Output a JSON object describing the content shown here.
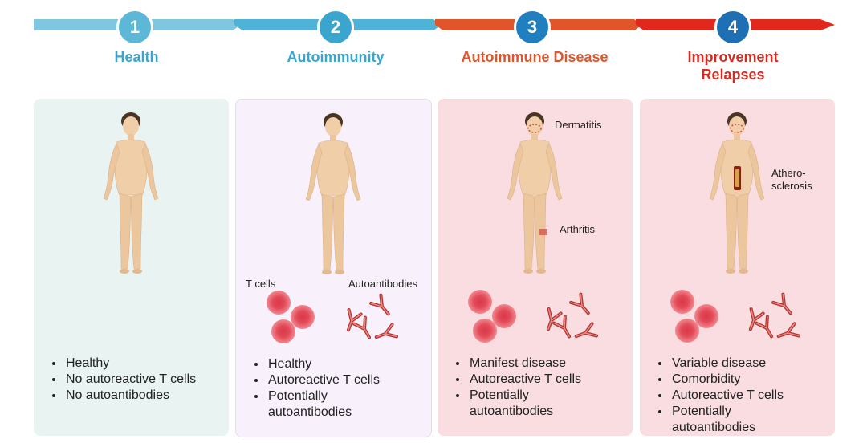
{
  "colors": {
    "stage1": "#5cb8d6",
    "stage2": "#3aa6cf",
    "stage3": "#e0552a",
    "stage4": "#d72b20"
  },
  "stages": [
    {
      "number": "1",
      "title_lines": [
        "Health",
        ""
      ],
      "bullets": [
        "Healthy",
        "No autoreactive T cells",
        "No autoantibodies"
      ]
    },
    {
      "number": "2",
      "title_lines": [
        "Autoimmunity",
        ""
      ],
      "cell_label": "T cells",
      "antibody_label": "Autoantibodies",
      "bullets": [
        "Healthy",
        "Autoreactive T cells",
        "Potentially",
        "autoantibodies"
      ]
    },
    {
      "number": "3",
      "title_lines": [
        "Autoimmune Disease",
        ""
      ],
      "annotations": [
        "Dermatitis",
        "Arthritis"
      ],
      "bullets": [
        "Manifest disease",
        "Autoreactive T cells",
        "Potentially",
        "autoantibodies"
      ]
    },
    {
      "number": "4",
      "title_lines": [
        "Improvement",
        "Relapses"
      ],
      "annotations": [
        "Athero-",
        "sclerosis"
      ],
      "bullets": [
        "Variable disease",
        "Comorbidity",
        "Autoreactive T cells",
        "Potentially",
        "autoantibodies"
      ]
    }
  ]
}
